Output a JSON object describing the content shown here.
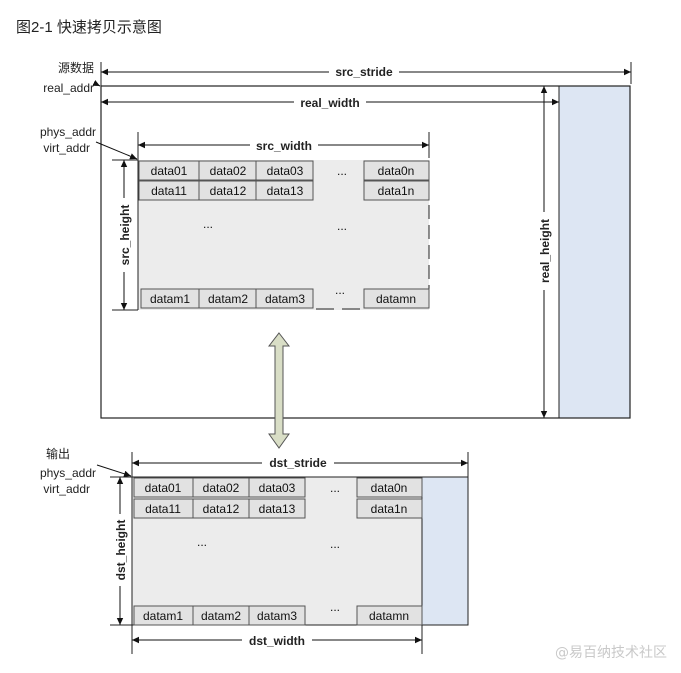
{
  "figure_title": "图2-1 快速拷贝示意图",
  "labels": {
    "src_data": "源数据",
    "real_addr": "real_addr",
    "src_phys_addr": "phys_addr",
    "src_virt_addr": "virt_addr",
    "output": "输出",
    "dst_phys_addr": "phys_addr",
    "dst_virt_addr": "virt_addr"
  },
  "dimensions": {
    "src_stride": "src_stride",
    "real_width": "real_width",
    "real_height": "real_height",
    "src_width": "src_width",
    "src_height": "src_height",
    "dst_stride": "dst_stride",
    "dst_height": "dst_height",
    "dst_width": "dst_width"
  },
  "ellipsis": "...",
  "src_cells": {
    "row0": [
      "data01",
      "data02",
      "data03",
      "data0n"
    ],
    "row1": [
      "data11",
      "data12",
      "data13",
      "data1n"
    ],
    "rowm": [
      "datam1",
      "datam2",
      "datam3",
      "datamn"
    ]
  },
  "dst_cells": {
    "row0": [
      "data01",
      "data02",
      "data03",
      "data0n"
    ],
    "row1": [
      "data11",
      "data12",
      "data13",
      "data1n"
    ],
    "rowm": [
      "datam1",
      "datam2",
      "datam3",
      "datamn"
    ]
  },
  "watermark": "@易百纳技术社区",
  "colors": {
    "stride_padding": "#dde6f3",
    "data_area": "#ececec",
    "cell_fill": "#e2e2e2",
    "copy_arrow": "#d9dec6"
  }
}
